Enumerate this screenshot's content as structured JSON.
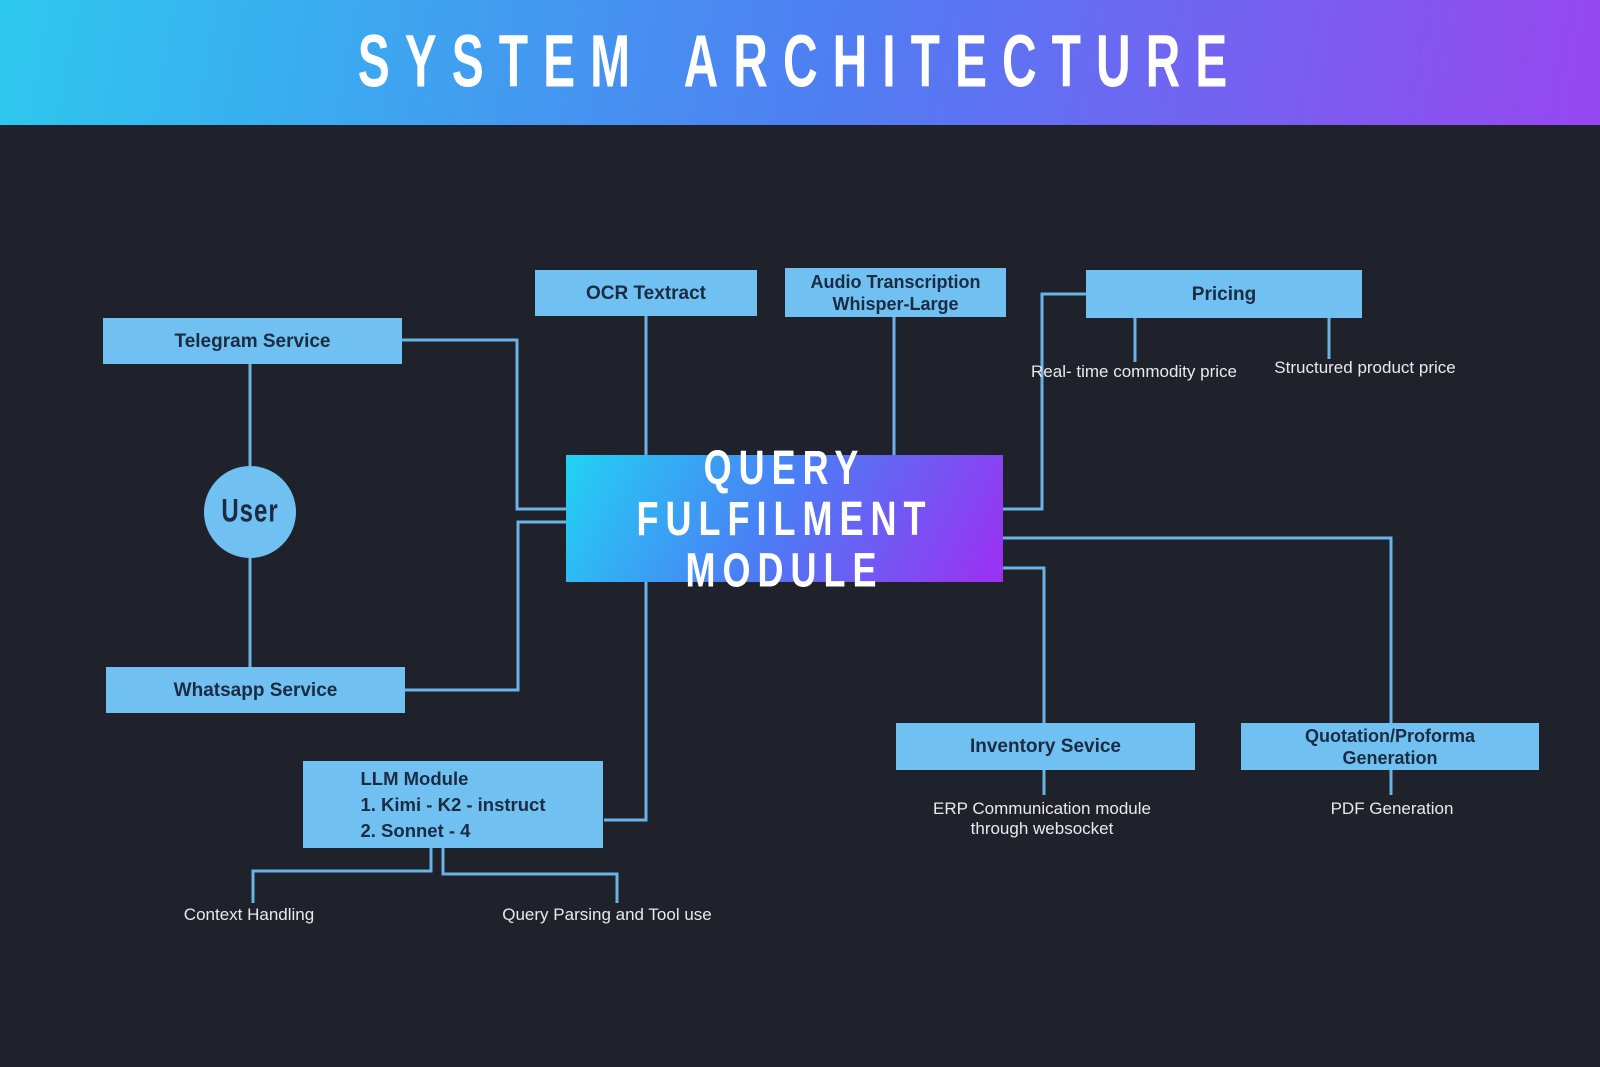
{
  "header": {
    "title": "SYSTEM ARCHITECTURE"
  },
  "colors": {
    "bg": "#20222b",
    "node_fill": "#70c1f2",
    "node_text": "#1b2b41",
    "line": "#69b3e6",
    "label_text": "#e9e9ec",
    "header_grad_start": "#2ec8ee",
    "header_grad_mid": "#4f7ef2",
    "header_grad_end": "#9747f0",
    "qfm_grad_start": "#21d3f3",
    "qfm_grad_mid": "#4b7df5",
    "qfm_grad_end": "#9d2ff2"
  },
  "nodes": {
    "telegram": {
      "label": "Telegram Service"
    },
    "whatsapp": {
      "label": "Whatsapp Service"
    },
    "user": {
      "label": "User"
    },
    "ocr": {
      "label": "OCR Textract"
    },
    "audio": {
      "line1": "Audio Transcription",
      "line2": "Whisper-Large"
    },
    "pricing": {
      "label": "Pricing"
    },
    "qfm": {
      "line1": "QUERY FULFILMENT",
      "line2": "MODULE"
    },
    "inventory": {
      "label": "Inventory Sevice"
    },
    "quotation": {
      "line1": "Quotation/Proforma",
      "line2": "Generation"
    },
    "llm": {
      "line1": "LLM Module",
      "line2": "1. Kimi - K2 - instruct",
      "line3": "2. Sonnet - 4"
    }
  },
  "annotations": {
    "realtime_price": "Real- time commodity price",
    "structured_price": "Structured product price",
    "erp_line1": "ERP Communication module",
    "erp_line2": "through websocket",
    "pdf": "PDF Generation",
    "context": "Context Handling",
    "query_parsing": "Query Parsing and Tool use"
  }
}
